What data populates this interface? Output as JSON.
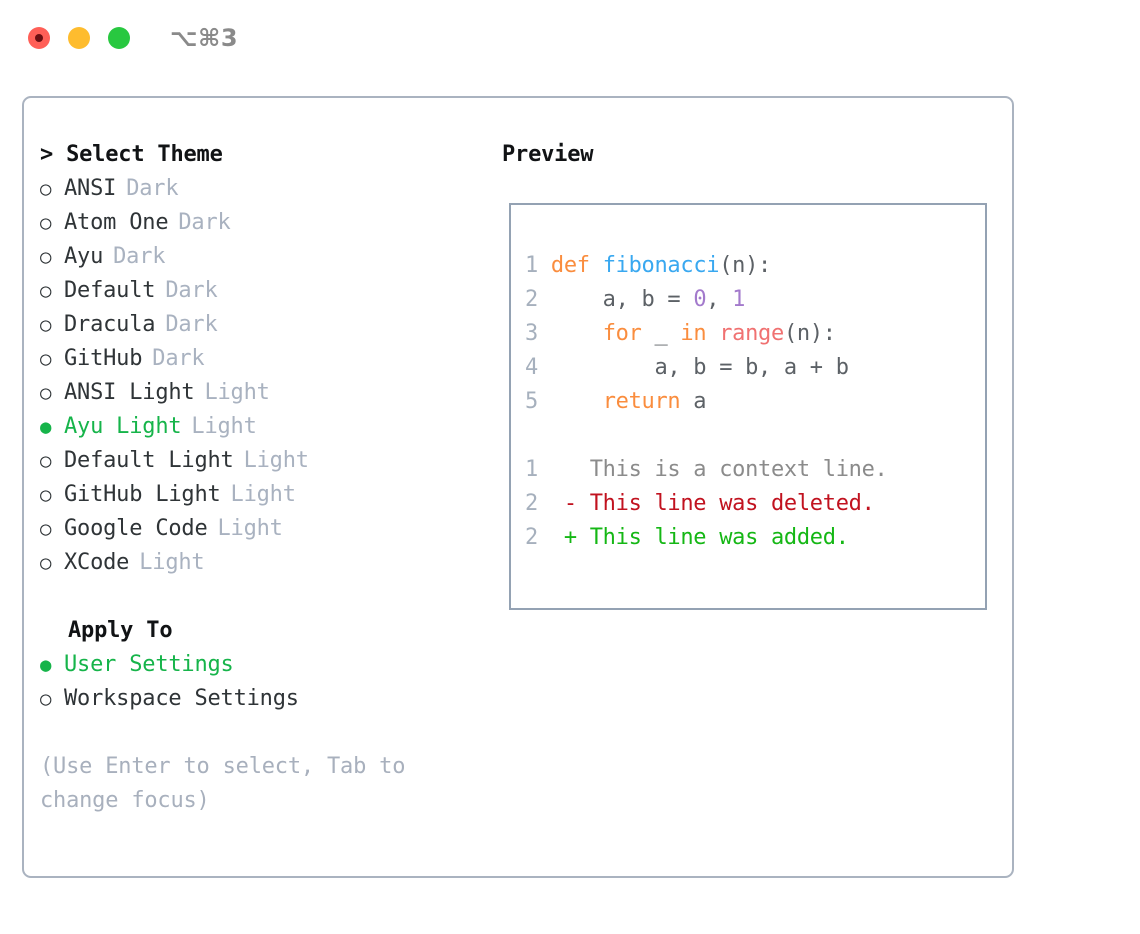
{
  "titlebar": {
    "shortcut": "⌥⌘3",
    "lights": [
      "close",
      "minimize",
      "maximize"
    ]
  },
  "theme_section": {
    "header": "> Select Theme",
    "items": [
      {
        "marker": "○",
        "name": "ANSI",
        "tag": "Dark",
        "selected": false
      },
      {
        "marker": "○",
        "name": "Atom One",
        "tag": "Dark",
        "selected": false
      },
      {
        "marker": "○",
        "name": "Ayu",
        "tag": "Dark",
        "selected": false
      },
      {
        "marker": "○",
        "name": "Default",
        "tag": "Dark",
        "selected": false
      },
      {
        "marker": "○",
        "name": "Dracula",
        "tag": "Dark",
        "selected": false
      },
      {
        "marker": "○",
        "name": "GitHub",
        "tag": "Dark",
        "selected": false
      },
      {
        "marker": "○",
        "name": "ANSI Light",
        "tag": "Light",
        "selected": false
      },
      {
        "marker": "●",
        "name": "Ayu Light",
        "tag": "Light",
        "selected": true
      },
      {
        "marker": "○",
        "name": "Default Light",
        "tag": "Light",
        "selected": false
      },
      {
        "marker": "○",
        "name": "GitHub Light",
        "tag": "Light",
        "selected": false
      },
      {
        "marker": "○",
        "name": "Google Code",
        "tag": "Light",
        "selected": false
      },
      {
        "marker": "○",
        "name": "XCode",
        "tag": "Light",
        "selected": false
      }
    ]
  },
  "apply_section": {
    "header": "Apply To",
    "items": [
      {
        "marker": "●",
        "name": "User Settings",
        "selected": true
      },
      {
        "marker": "○",
        "name": "Workspace Settings",
        "selected": false
      }
    ]
  },
  "hint": "(Use Enter to select, Tab to change focus)",
  "preview": {
    "header": "Preview",
    "code_lines": [
      {
        "number": "1",
        "tokens": [
          {
            "t": "def",
            "c": "kw"
          },
          {
            "t": " ",
            "c": "punc"
          },
          {
            "t": "fibonacci",
            "c": "fn"
          },
          {
            "t": "(n):",
            "c": "punc"
          }
        ]
      },
      {
        "number": "2",
        "tokens": [
          {
            "t": "    a, b = ",
            "c": "ident"
          },
          {
            "t": "0",
            "c": "num"
          },
          {
            "t": ", ",
            "c": "punc"
          },
          {
            "t": "1",
            "c": "num"
          }
        ]
      },
      {
        "number": "3",
        "tokens": [
          {
            "t": "    ",
            "c": "punc"
          },
          {
            "t": "for",
            "c": "kw"
          },
          {
            "t": " _ ",
            "c": "ident"
          },
          {
            "t": "in",
            "c": "kw"
          },
          {
            "t": " ",
            "c": "punc"
          },
          {
            "t": "range",
            "c": "bi"
          },
          {
            "t": "(n):",
            "c": "punc"
          }
        ]
      },
      {
        "number": "4",
        "tokens": [
          {
            "t": "        a, b = b, a + b",
            "c": "ident"
          }
        ]
      },
      {
        "number": "5",
        "tokens": [
          {
            "t": "    ",
            "c": "punc"
          },
          {
            "t": "return",
            "c": "kw"
          },
          {
            "t": " a",
            "c": "ident"
          }
        ]
      },
      {
        "number": "",
        "tokens": []
      },
      {
        "number": "1",
        "tokens": [
          {
            "t": "   This is a context line.",
            "c": "ctx"
          }
        ]
      },
      {
        "number": "2",
        "tokens": [
          {
            "t": " - This line was deleted.",
            "c": "del"
          }
        ]
      },
      {
        "number": "2",
        "tokens": [
          {
            "t": " + This line was added.",
            "c": "add"
          }
        ]
      }
    ]
  },
  "colors": {
    "accent_green": "#16b44a",
    "keyword": "#fa8d3e",
    "function": "#39a8f0",
    "builtin": "#f07171",
    "number": "#a37acc",
    "deleted": "#c1121f",
    "added": "#15b715",
    "muted": "#a9b2c0"
  }
}
